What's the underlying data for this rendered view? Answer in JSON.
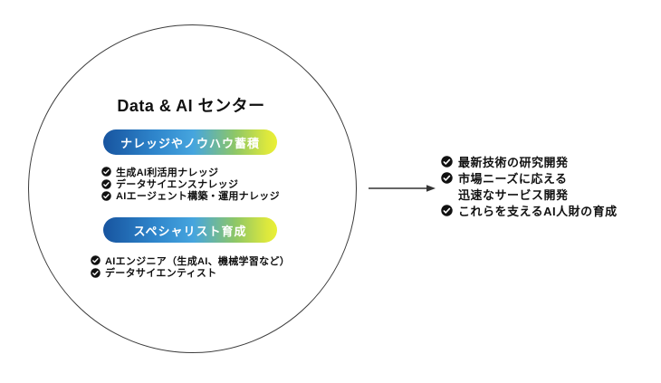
{
  "circle": {
    "title": "Data & AI センター",
    "sections": [
      {
        "pill": "ナレッジやノウハウ蓄積",
        "items": [
          "生成AI利活用ナレッジ",
          "データサイエンスナレッジ",
          "AIエージェント構築・運用ナレッジ"
        ]
      },
      {
        "pill": "スペシャリスト育成",
        "items": [
          "AIエンジニア（生成AI、機械学習など）",
          "データサイエンティスト"
        ]
      }
    ]
  },
  "outcomes": {
    "rows": [
      {
        "label": "最新技術の研究開発",
        "has_check": true
      },
      {
        "label": "市場ニーズに応える",
        "has_check": true
      },
      {
        "label": "迅速なサービス開発",
        "has_check": false
      },
      {
        "label": "これらを支えるAI人財の育成",
        "has_check": true
      }
    ]
  },
  "icons": {
    "check": "check-circle-icon",
    "arrow": "right-arrow-icon"
  },
  "colors": {
    "pill_gradient_start": "#17549f",
    "pill_gradient_mid": "#46a5de",
    "pill_gradient_end": "#eaf036",
    "pill_text": "#ffffff",
    "text": "#111111",
    "check_fill": "#111111",
    "circle_border": "#3c3c3c",
    "arrow": "#333333",
    "background": "#ffffff"
  }
}
